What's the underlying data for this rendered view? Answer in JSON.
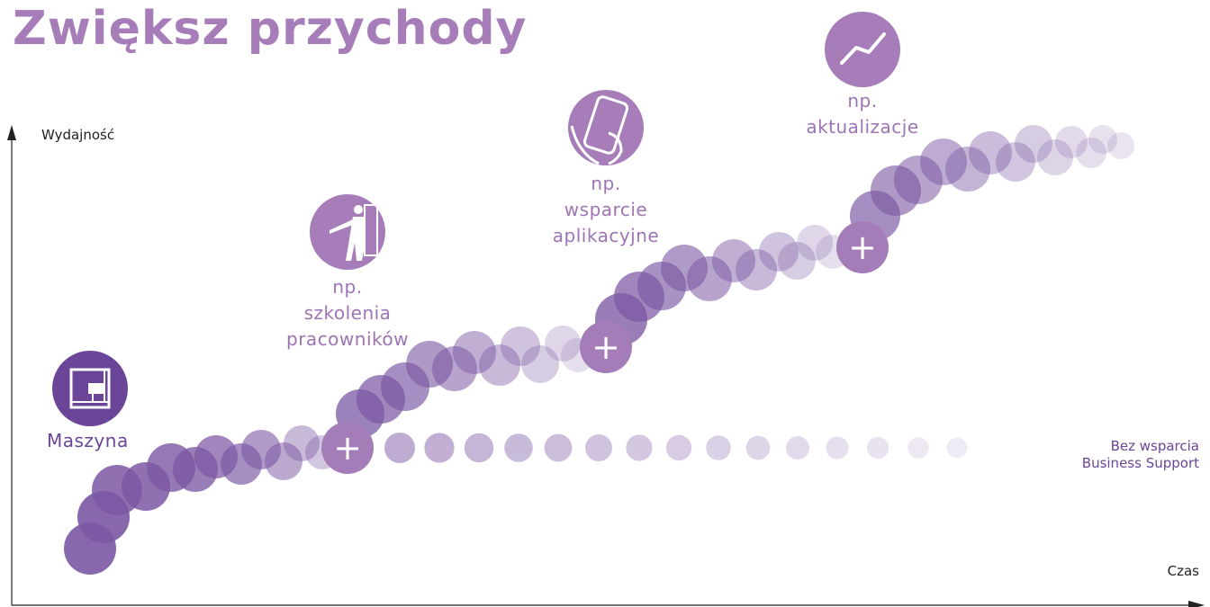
{
  "title": "Zwiększ przychody",
  "axes": {
    "y_label": "Wydajność",
    "x_label": "Czas"
  },
  "nodes": [
    {
      "id": "machine",
      "label": "Maszyna",
      "icon": "machine-icon"
    },
    {
      "id": "training",
      "label_lines": [
        "np.",
        "szkolenia",
        "pracowników"
      ],
      "icon": "presenter-icon"
    },
    {
      "id": "app-support",
      "label_lines": [
        "np.",
        "wsparcie",
        "aplikacyjne"
      ],
      "icon": "smartphone-hand-icon"
    },
    {
      "id": "updates",
      "label_lines": [
        "np.",
        "aktualizacje"
      ],
      "icon": "trend-line-icon"
    }
  ],
  "without_support": {
    "label_lines": [
      "Bez wsparcia",
      "Business Support"
    ]
  },
  "plus_symbol": "+",
  "colors": {
    "title": "#a67db9",
    "accent_dark": "#6b4597",
    "accent_light": "#a67db9",
    "caption": "#9e74b4",
    "machine_label": "#6b4597",
    "bubble_base": "#7b58a3",
    "bubble_light": "#c9b3da"
  }
}
